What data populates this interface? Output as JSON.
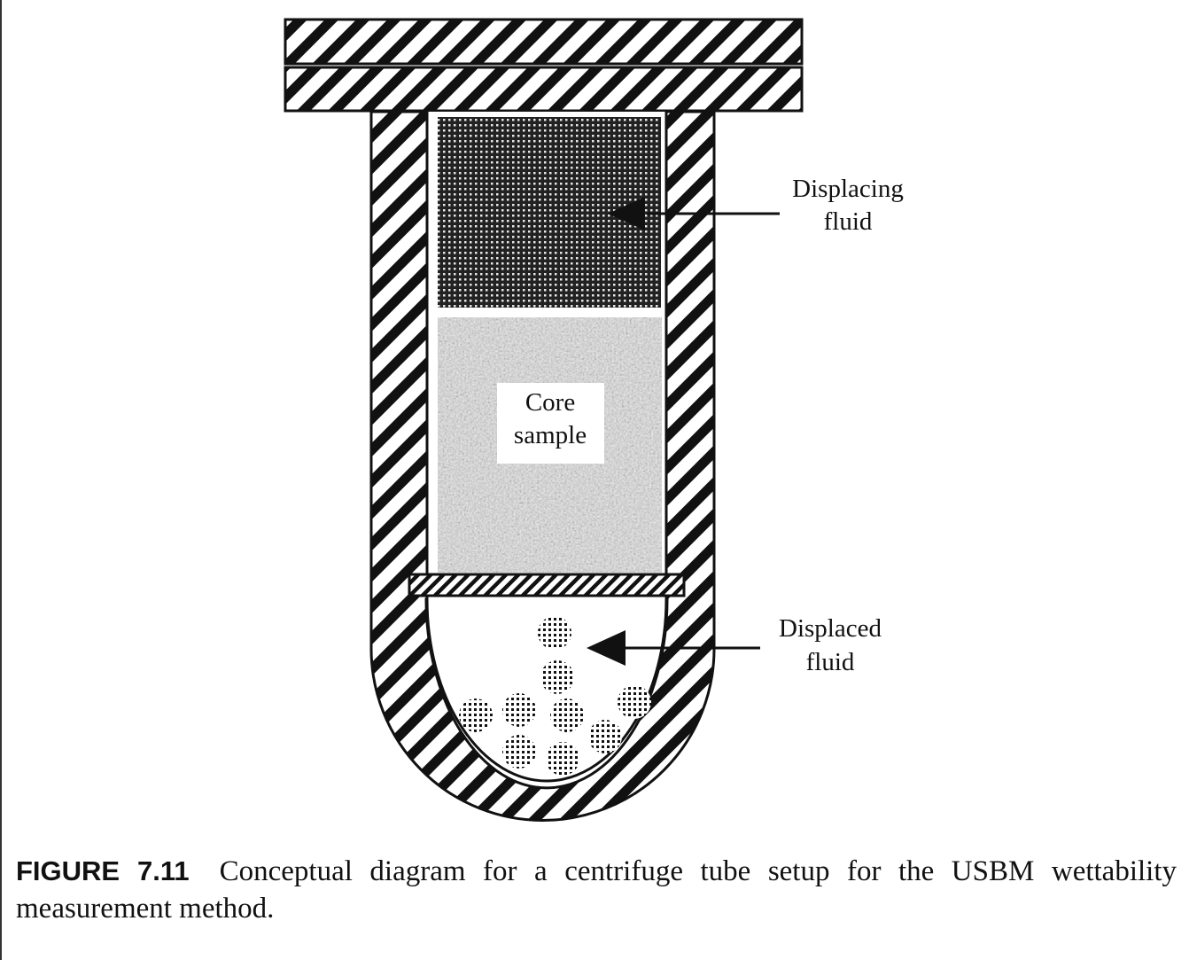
{
  "labels": {
    "displacing_line1": "Displacing",
    "displacing_line2": "fluid",
    "core_line1": "Core",
    "core_line2": "sample",
    "displaced_line1": "Displaced",
    "displaced_line2": "fluid"
  },
  "caption": {
    "number": "FIGURE 7.11",
    "text": "Conceptual diagram for a centrifuge tube setup for the USBM wettability measurement method."
  }
}
